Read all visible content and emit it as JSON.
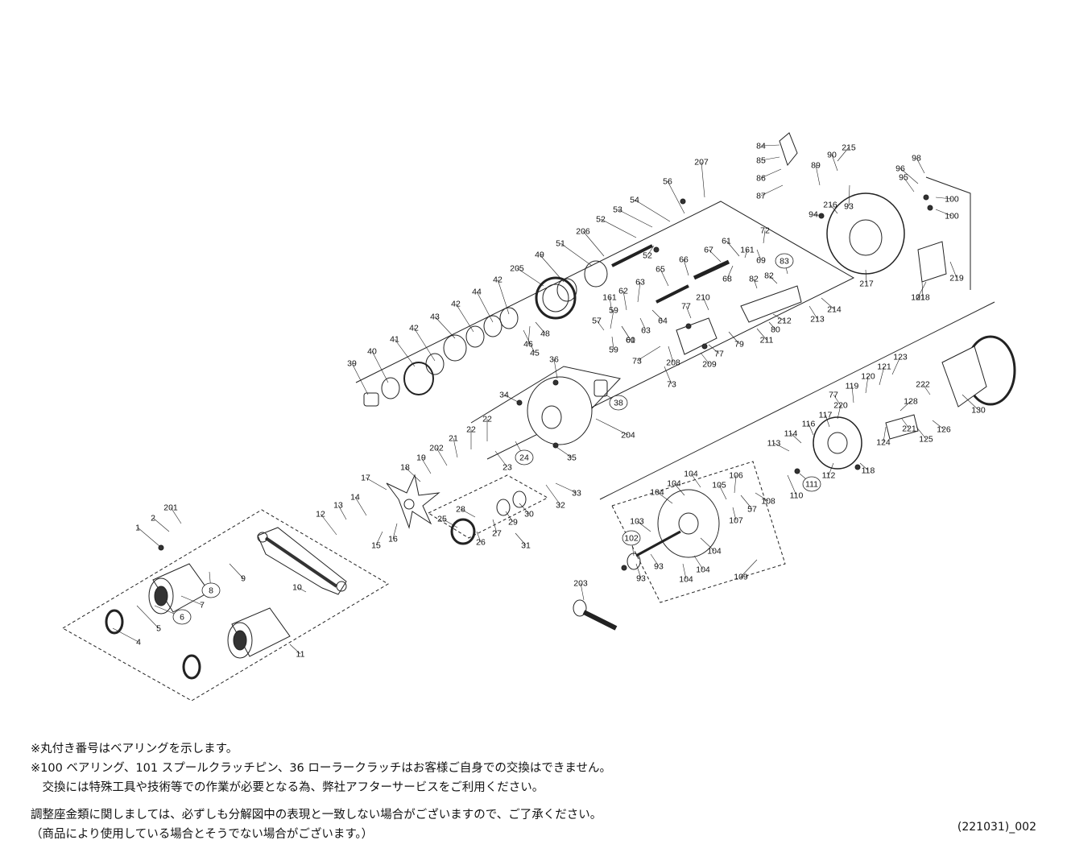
{
  "parts": [
    "1",
    "2",
    "201",
    "4",
    "5",
    "6",
    "7",
    "8",
    "9",
    "10",
    "11",
    "12",
    "13",
    "14",
    "15",
    "16",
    "17",
    "18",
    "19",
    "202",
    "21",
    "22",
    "23",
    "24",
    "25",
    "26",
    "27",
    "28",
    "29",
    "30",
    "31",
    "32",
    "33",
    "34",
    "35",
    "36",
    "38",
    "39",
    "40",
    "41",
    "42",
    "43",
    "44",
    "45",
    "46",
    "48",
    "49",
    "51",
    "52",
    "53",
    "54",
    "56",
    "57",
    "59",
    "60",
    "61",
    "62",
    "63",
    "64",
    "65",
    "66",
    "67",
    "68",
    "69",
    "72",
    "73",
    "77",
    "79",
    "80",
    "82",
    "83",
    "84",
    "85",
    "86",
    "87",
    "89",
    "90",
    "93",
    "94",
    "95",
    "96",
    "98",
    "100",
    "101",
    "102",
    "103",
    "104",
    "105",
    "106",
    "107",
    "108",
    "109",
    "110",
    "111",
    "112",
    "113",
    "114",
    "116",
    "117",
    "118",
    "119",
    "120",
    "121",
    "123",
    "124",
    "125",
    "126",
    "128",
    "130",
    "161",
    "203",
    "204",
    "205",
    "206",
    "207",
    "208",
    "209",
    "210",
    "211",
    "212",
    "213",
    "214",
    "215",
    "216",
    "217",
    "218",
    "219",
    "220",
    "221",
    "222"
  ],
  "notes": [
    "※丸付き番号はベアリングを示します。",
    "※100 ベアリング、101 スプールクラッチピン、36 ローラークラッチはお客様ご自身での交換はできません。",
    "　交換には特殊工具や技術等での作業が必要となる為、弊社アフターサービスをご利用ください。",
    "調整座金類に関しましては、必ずしも分解図中の表現と一致しない場合がございますので、ご了承ください。",
    "（商品により使用している場合とそうでない場合がございます。）"
  ],
  "code": "(221031)_002"
}
